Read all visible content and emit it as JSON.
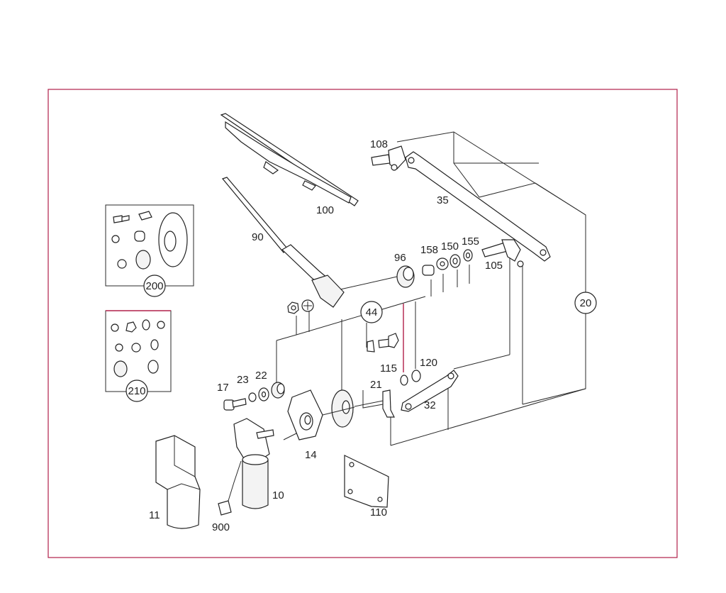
{
  "callouts": {
    "c100": "100",
    "c90": "90",
    "c108": "108",
    "c35": "35",
    "c96": "96",
    "c158": "158",
    "c150": "150",
    "c155": "155",
    "c105": "105",
    "c20": "20",
    "c200": "200",
    "c210": "210",
    "c44": "44",
    "c115": "115",
    "c120": "120",
    "c21": "21",
    "c32": "32",
    "c17": "17",
    "c23": "23",
    "c22": "22",
    "c14": "14",
    "c10": "10",
    "c11": "11",
    "c900": "900",
    "c110": "110"
  },
  "colors": {
    "frame": "#b0204a",
    "line": "#2a2a2a"
  }
}
